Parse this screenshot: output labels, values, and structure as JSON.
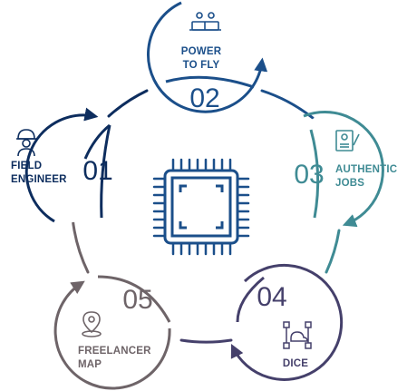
{
  "colors": {
    "navy": "#0d2d5e",
    "blue": "#1b4f8a",
    "teal": "#3f8b94",
    "purple": "#45406b",
    "brownish": "#6e6468"
  },
  "nodes": [
    {
      "id": "power-to-fly",
      "number": "02",
      "label_lines": [
        "POWER",
        "TO FLY"
      ],
      "icon": "collaboration-icon"
    },
    {
      "id": "authentic-jobs",
      "number": "03",
      "label_lines": [
        "AUTHENTIC",
        "JOBS"
      ],
      "icon": "resume-document-icon"
    },
    {
      "id": "dice",
      "number": "04",
      "label_lines": [
        "DICE"
      ],
      "icon": "cloud-network-icon"
    },
    {
      "id": "freelancer-map",
      "number": "05",
      "label_lines": [
        "FREELANCER",
        "MAP"
      ],
      "icon": "map-pin-icon"
    },
    {
      "id": "field-engineer",
      "number": "01",
      "label_lines": [
        "FIELD",
        "ENGINEER"
      ],
      "icon": "engineer-icon"
    }
  ],
  "center_icon": "cpu-chip-icon"
}
